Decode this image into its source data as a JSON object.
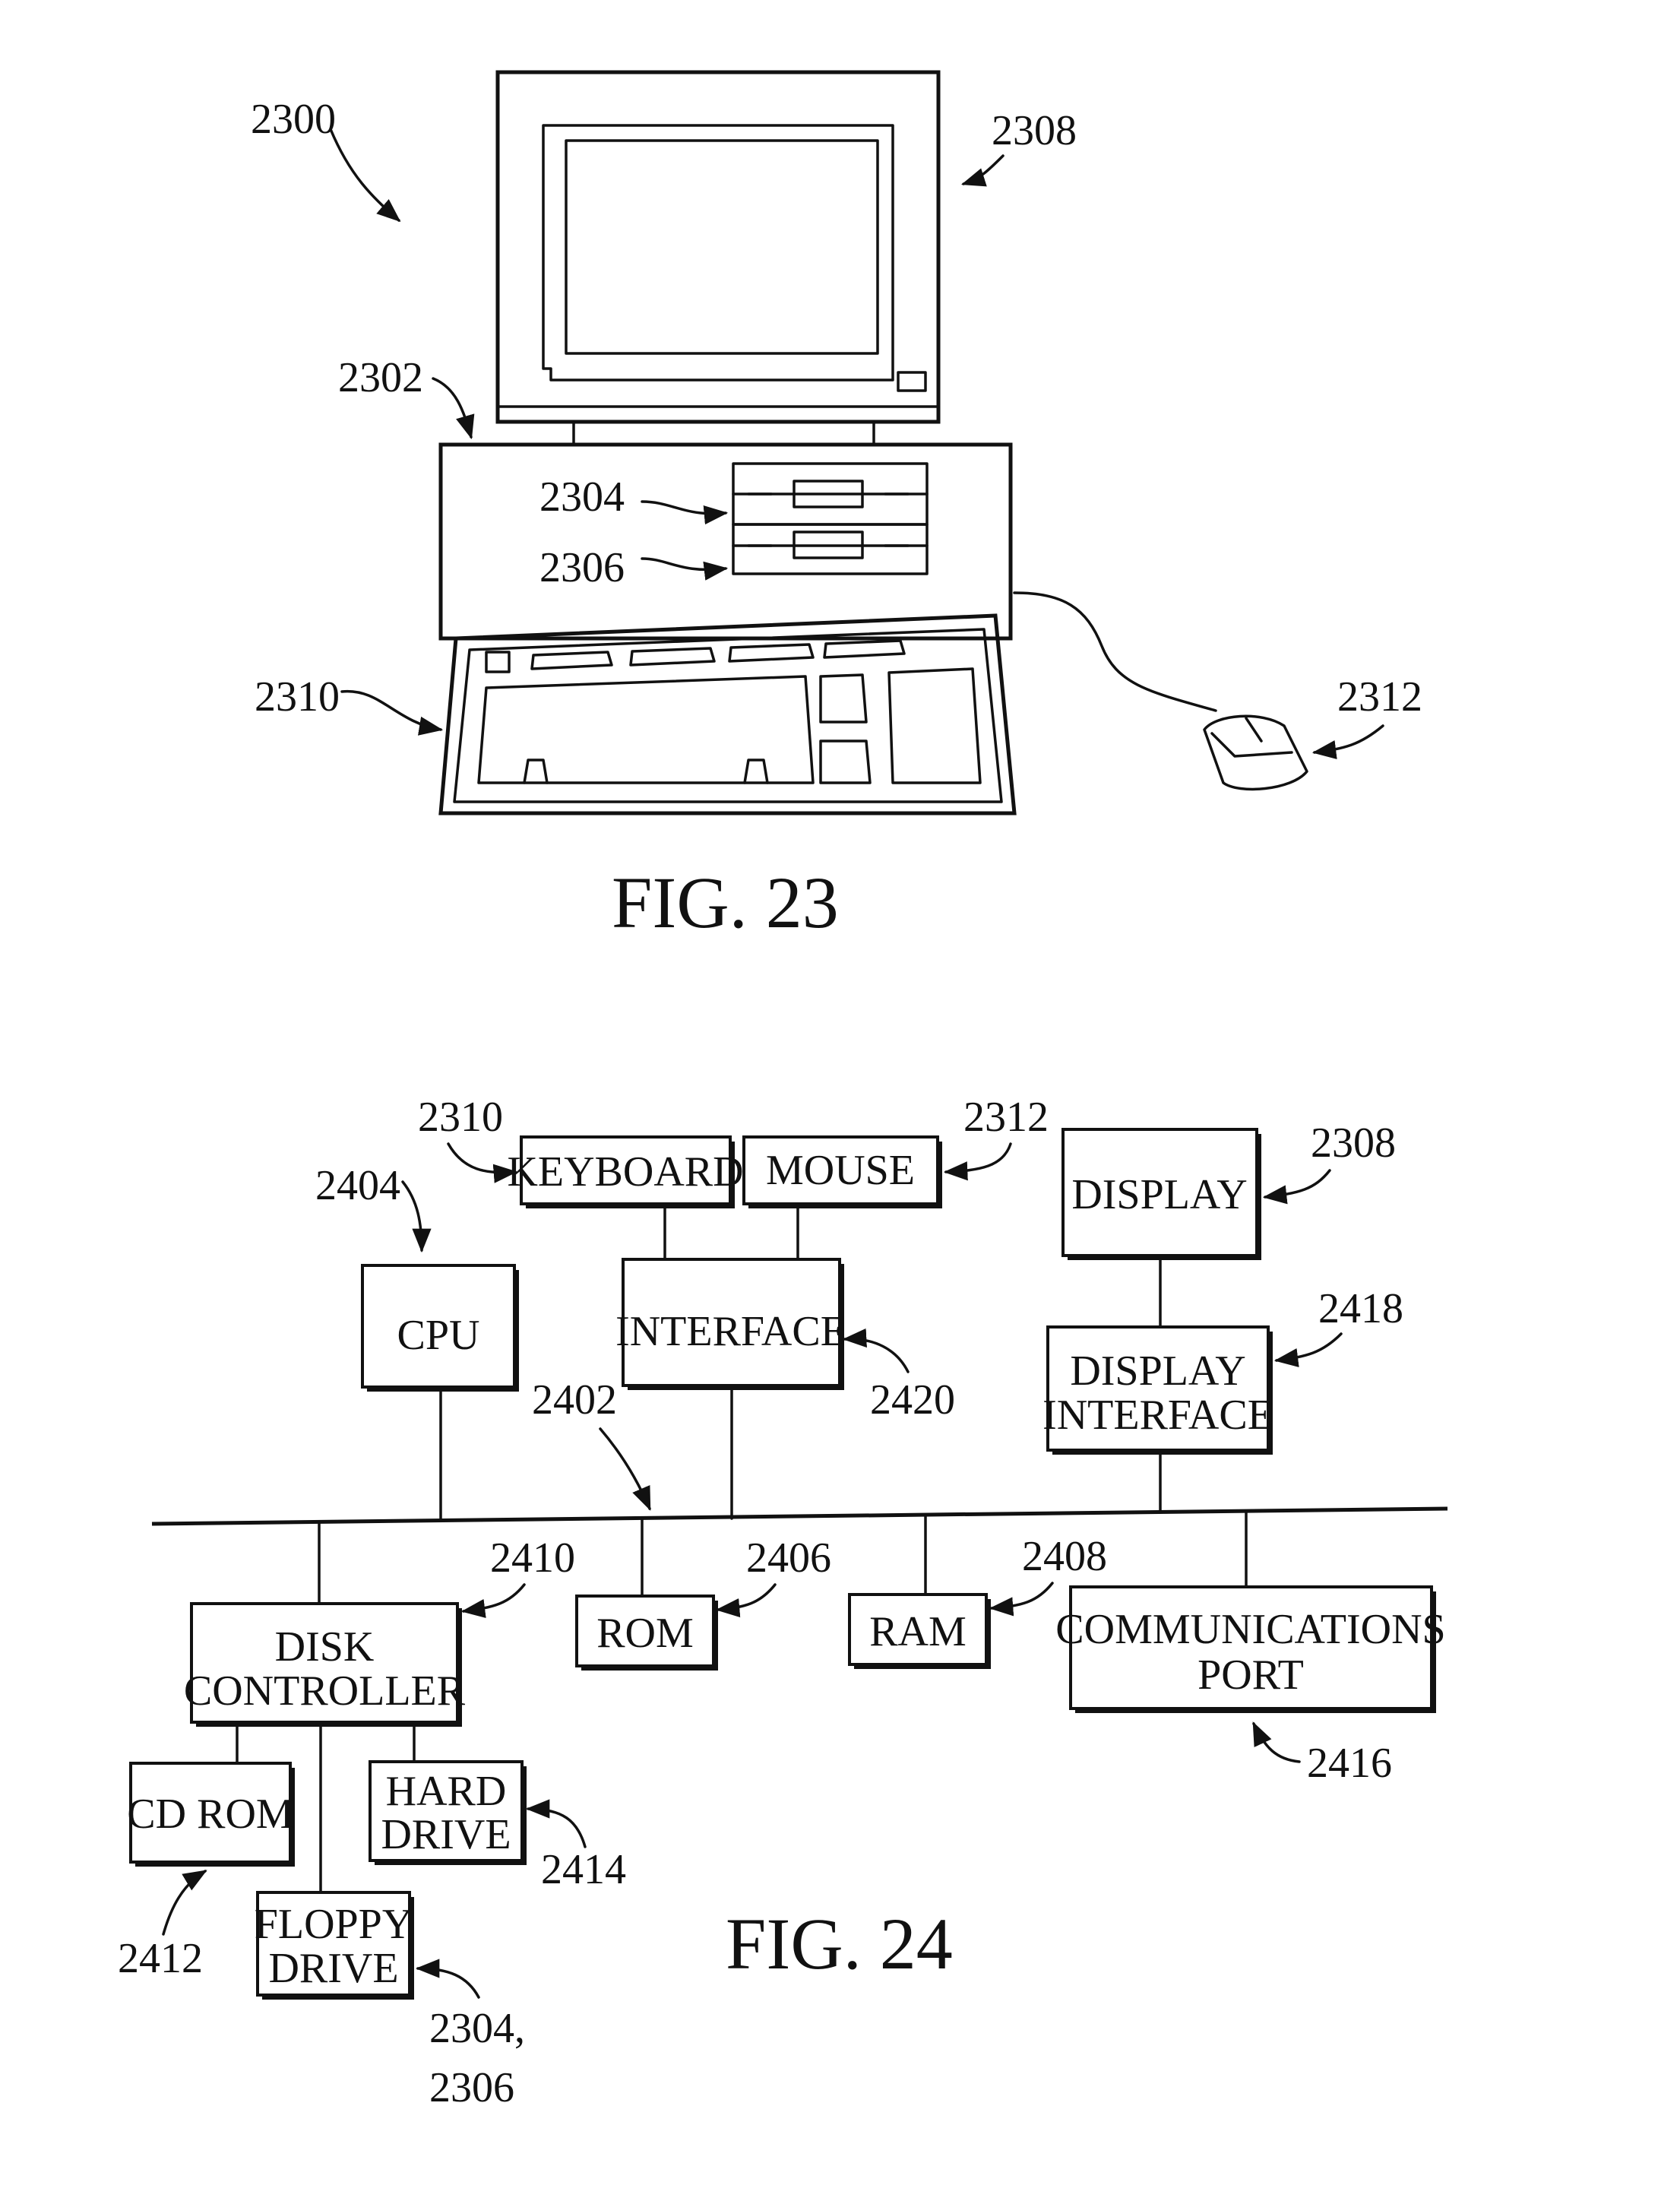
{
  "fig23": {
    "caption": "FIG. 23",
    "refs": {
      "system": "2300",
      "monitor": "2308",
      "cpu_unit": "2302",
      "drive_a": "2304",
      "drive_b": "2306",
      "keyboard": "2310",
      "mouse": "2312"
    }
  },
  "fig24": {
    "caption": "FIG. 24",
    "blocks": {
      "keyboard": "KEYBOARD",
      "mouse": "MOUSE",
      "display": "DISPLAY",
      "cpu": "CPU",
      "interface": "INTERFACE",
      "display_interface_1": "DISPLAY",
      "display_interface_2": "INTERFACE",
      "disk_controller_1": "DISK",
      "disk_controller_2": "CONTROLLER",
      "rom": "ROM",
      "ram": "RAM",
      "comm_port_1": "COMMUNICATIONS",
      "comm_port_2": "PORT",
      "cd_rom": "CD ROM",
      "hard_drive_1": "HARD",
      "hard_drive_2": "DRIVE",
      "floppy_drive_1": "FLOPPY",
      "floppy_drive_2": "DRIVE"
    },
    "refs": {
      "keyboard": "2310",
      "mouse": "2312",
      "display": "2308",
      "cpu": "2404",
      "interface": "2420",
      "bus": "2402",
      "display_interface": "2418",
      "disk_controller": "2410",
      "rom": "2406",
      "ram": "2408",
      "comm_port": "2416",
      "cd_rom": "2412",
      "hard_drive": "2414",
      "floppy_drive_1": "2304,",
      "floppy_drive_2": "2306"
    }
  }
}
